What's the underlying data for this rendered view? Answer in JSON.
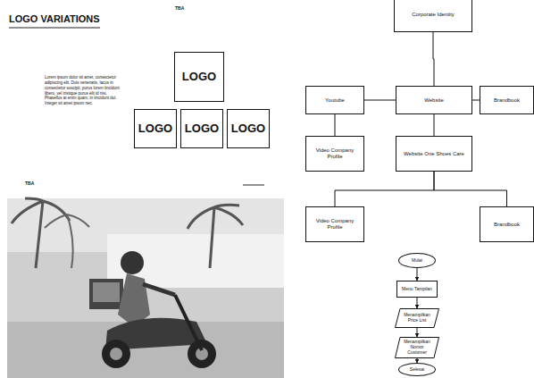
{
  "diagram": {
    "nodes": [
      {
        "text": [
          "LOGO"
        ]
      },
      {
        "text": [
          "LOGO"
        ]
      },
      {
        "text": [
          "LOGO"
        ]
      },
      {
        "text": [
          "LOGO"
        ]
      },
      {
        "text": [
          "Corporate Identity"
        ]
      },
      {
        "text": [
          "Youtube"
        ]
      },
      {
        "text": [
          "Website"
        ]
      },
      {
        "text": [
          "Brandbook"
        ]
      },
      {
        "text": [
          "Video Company Profile"
        ]
      },
      {
        "text": [
          "Website One Shoes Care"
        ]
      },
      {
        "text": [
          "Video Company Profile"
        ]
      },
      {
        "text": [
          "Brandbook"
        ]
      },
      {
        "text": [
          "Mulai"
        ]
      },
      {
        "text": [
          "Menu Tampilan"
        ]
      },
      {
        "text": [
          "Menampilkan Price List"
        ]
      },
      {
        "text": [
          "Menampilkan Nomor Customer"
        ]
      },
      {
        "text": [
          "Selesai"
        ]
      }
    ],
    "edges": [
      {
        "from": 4,
        "to": 6,
        "arrow": "none"
      },
      {
        "from": 6,
        "to": 5,
        "arrow": "none"
      },
      {
        "from": 6,
        "to": 7,
        "arrow": "none"
      },
      {
        "from": 5,
        "to": 8,
        "arrow": "none"
      },
      {
        "from": 6,
        "to": 9,
        "arrow": "none"
      },
      {
        "from": 9,
        "to": 10,
        "arrow": "none"
      },
      {
        "from": 9,
        "to": 11,
        "arrow": "none"
      },
      {
        "from": 12,
        "to": 13,
        "arrow": "to"
      },
      {
        "from": 13,
        "to": 14,
        "arrow": "to"
      },
      {
        "from": 14,
        "to": 15,
        "arrow": "to"
      },
      {
        "from": 15,
        "to": 16,
        "arrow": "to"
      }
    ],
    "labels": [
      "LOGO VARIATIONS",
      "TBA",
      "Lorem ipsum dolor sit amet, consectetur adipiscing elit. Duis venenatis, lacus in consectetur suscipit, purus lorem tincidunt libero, vel tristique purus elit id nisi. Phasellus at enim quam, in tincidunt dui. Integer sit amet ipsum nec.",
      "TBA"
    ]
  }
}
